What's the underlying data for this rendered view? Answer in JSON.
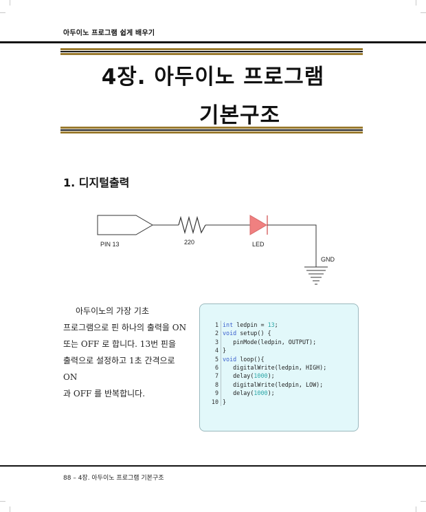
{
  "header": {
    "running_title": "아두이노 프로그램 쉽게 배우기"
  },
  "chapter": {
    "title_line1": "4장. 아두이노 프로그램",
    "title_line2": "기본구조"
  },
  "section": {
    "title": "1. 디지털출력"
  },
  "circuit": {
    "pin_label": "PIN 13",
    "resistor_label": "220",
    "led_label": "LED",
    "gnd_label": "GND",
    "led_color": "#f08080"
  },
  "paragraph": {
    "lines": [
      "아두이노의 가장 기초",
      "프로그램으로 핀 하나의 출력을 ON",
      "또는 OFF 로 합니다. 13번 핀을",
      "출력으로 설정하고 1초 간격으로 ON",
      "과 OFF 를 반복합니다."
    ]
  },
  "code": {
    "line_numbers": [
      "1",
      "2",
      "3",
      "4",
      "5",
      "6",
      "7",
      "8",
      "9",
      "10"
    ]
  },
  "footer": {
    "page_number": "88",
    "separator": "–",
    "chapter_ref": "4장. 아두이노 프로그램 기본구조"
  }
}
